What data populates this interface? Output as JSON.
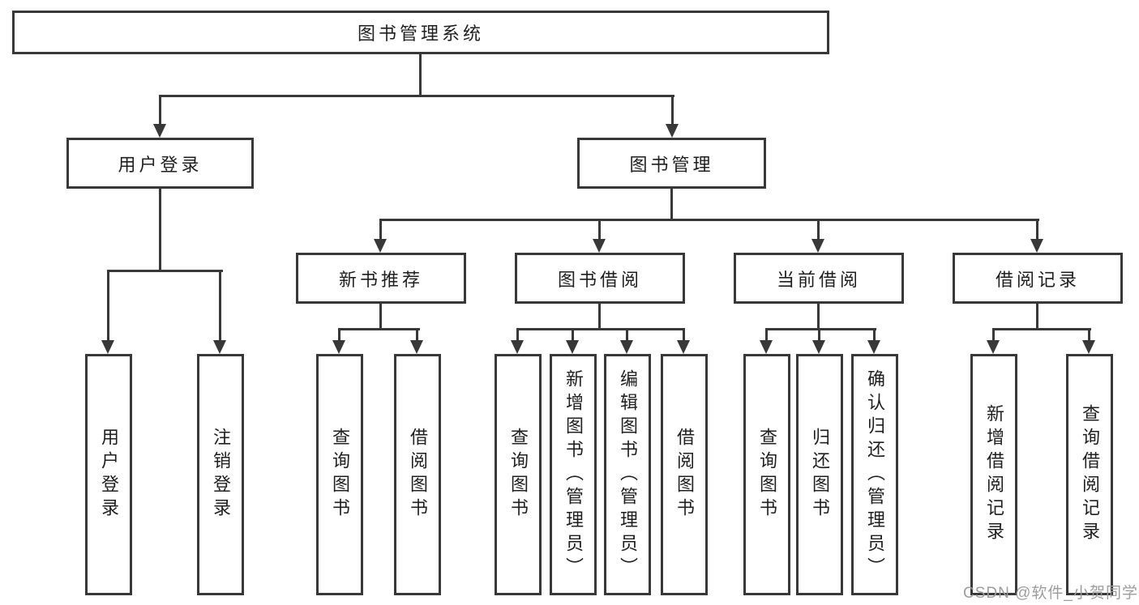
{
  "colors": {
    "line": "#383838",
    "text": "#1f1f1f",
    "watermark": "#9c9c9c",
    "background": "#ffffff"
  },
  "root": {
    "label": "图书管理系统"
  },
  "level2": [
    {
      "id": "user-login",
      "label": "用户登录",
      "parent": "root"
    },
    {
      "id": "book-management",
      "label": "图书管理",
      "parent": "root"
    }
  ],
  "level3": [
    {
      "id": "new-book-recommend",
      "label": "新书推荐",
      "parent": "book-management"
    },
    {
      "id": "book-borrow",
      "label": "图书借阅",
      "parent": "book-management"
    },
    {
      "id": "current-borrow",
      "label": "当前借阅",
      "parent": "book-management"
    },
    {
      "id": "borrow-records",
      "label": "借阅记录",
      "parent": "book-management"
    }
  ],
  "leaves": [
    {
      "label": "用户登录",
      "parent": "user-login"
    },
    {
      "label": "注销登录",
      "parent": "user-login"
    },
    {
      "label": "查询图书",
      "parent": "new-book-recommend"
    },
    {
      "label": "借阅图书",
      "parent": "new-book-recommend"
    },
    {
      "label": "查询图书",
      "parent": "book-borrow"
    },
    {
      "label": "新增图书（管理员）",
      "parent": "book-borrow"
    },
    {
      "label": "编辑图书（管理员）",
      "parent": "book-borrow"
    },
    {
      "label": "借阅图书",
      "parent": "book-borrow"
    },
    {
      "label": "查询图书",
      "parent": "current-borrow"
    },
    {
      "label": "归还图书",
      "parent": "current-borrow"
    },
    {
      "label": "确认归还（管理员）",
      "parent": "current-borrow"
    },
    {
      "label": "新增借阅记录",
      "parent": "borrow-records"
    },
    {
      "label": "查询借阅记录",
      "parent": "borrow-records"
    }
  ],
  "watermark": "CSDN @软件_小贺同学"
}
